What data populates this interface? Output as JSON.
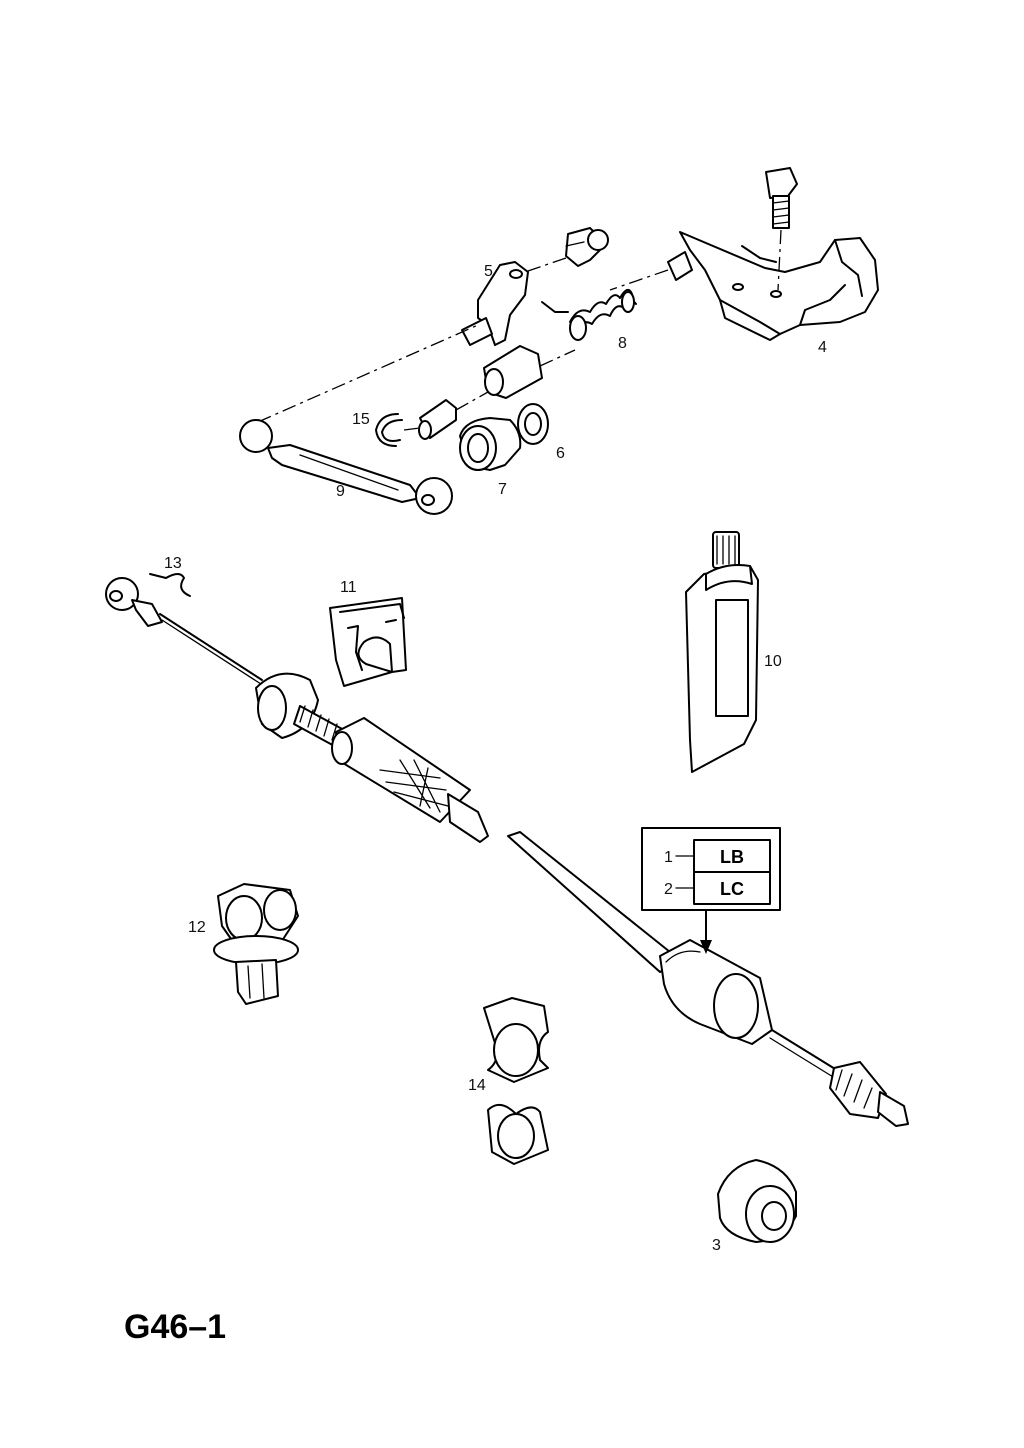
{
  "diagram": {
    "reference": "G46–1",
    "callouts": {
      "c1": "1",
      "c2": "2",
      "c3": "3",
      "c4": "4",
      "c5": "5",
      "c6": "6",
      "c7": "7",
      "c8": "8",
      "c9": "9",
      "c10": "10",
      "c11": "11",
      "c12": "12",
      "c13": "13",
      "c14": "14",
      "c15": "15"
    },
    "variants": [
      "LB",
      "LC"
    ]
  }
}
